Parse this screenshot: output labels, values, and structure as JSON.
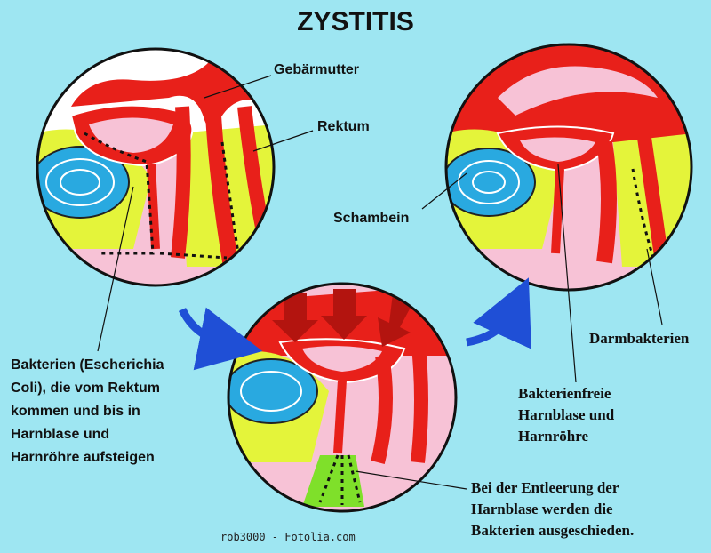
{
  "title": "ZYSTITIS",
  "labels": {
    "gebaermutter": "Gebärmutter",
    "rektum": "Rektum",
    "schambein": "Schambein",
    "darmbakterien": "Darmbakterien",
    "bakterien_coli": [
      "Bakterien (Escherichia",
      "Coli), die vom Rektum",
      "kommen und bis in",
      "Harnblase und",
      "Harnröhre aufsteigen"
    ],
    "bakterienfreie": [
      "Bakterienfreie",
      "Harnblase und",
      "Harnröhre"
    ],
    "entleerung": [
      "Bei der Entleerung der",
      "Harnblase werden die",
      "Bakterien ausgeschieden."
    ]
  },
  "credit": "rob3000 - Fotolia.com",
  "colors": {
    "background": "#9ee6f2",
    "tissue_red": "#e8201a",
    "tissue_yellow": "#e4f43a",
    "bone_blue": "#29a9e0",
    "skin_pink": "#f7c2d6",
    "arrow_blue": "#1f4fd6",
    "bacteria": "#111111",
    "urine_green": "#7fe02a"
  }
}
